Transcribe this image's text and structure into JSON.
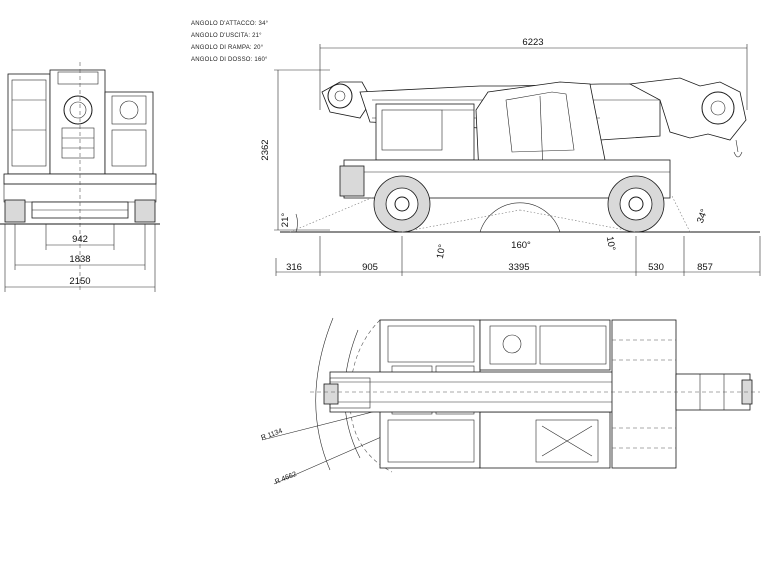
{
  "notes": [
    "ANGOLO D'ATTACCO: 34°",
    "ANGOLO D'USCITA: 21°",
    "ANGOLO DI RAMPA: 20°",
    "ANGOLO DI DOSSO: 160°"
  ],
  "side_view": {
    "overall_length": "6223",
    "height": "2362",
    "angle_exit": "21°",
    "angle_attack": "34°",
    "angle_ramp_left": "10°",
    "angle_ramp_right": "10°",
    "angle_crest": "160°",
    "dim_316": "316",
    "dim_905": "905",
    "dim_3395": "3395",
    "dim_530": "530",
    "dim_857": "857"
  },
  "front_view": {
    "track": "942",
    "width_1838": "1838",
    "width_2150": "2150"
  },
  "top_view": {
    "radius_inner": "R 1134",
    "radius_outer": "R 4662"
  }
}
